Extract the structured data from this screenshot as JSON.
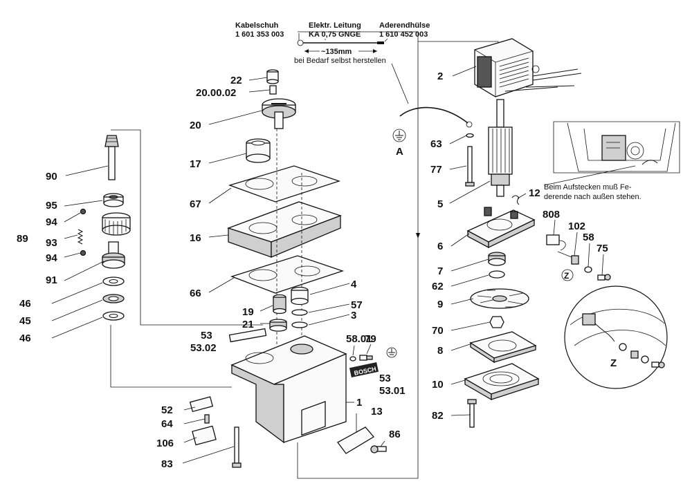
{
  "header_notes": {
    "kabelschuh_label": "Kabelschuh",
    "kabelschuh_number": "1 601 353 003",
    "leitung_label": "Elektr. Leitung",
    "leitung_spec": "KA 0,75 GNGE",
    "aderend_label": "Aderendhülse",
    "aderend_number": "1 610 452 003",
    "length": "~135mm",
    "self_make": "bei Bedarf selbst herstellen"
  },
  "ground_label": "A",
  "spring_note": {
    "line1": "Beim Aufstecken muß Fe-",
    "line2": "derende nach außen stehen."
  },
  "detail_marker": "Z",
  "brand_label": "BOSCH",
  "part_numbers": {
    "p22": "22",
    "p20_00_02": "20.00.02",
    "p20": "20",
    "p17": "17",
    "p67": "67",
    "p16": "16",
    "p66": "66",
    "p90": "90",
    "p95": "95",
    "p94a": "94",
    "p89": "89",
    "p93": "93",
    "p94b": "94",
    "p91": "91",
    "p46a": "46",
    "p45": "45",
    "p46b": "46",
    "p4": "4",
    "p19": "19",
    "p57": "57",
    "p21": "21",
    "p3": "3",
    "p53": "53",
    "p53_02": "53.02",
    "p58_01": "58.01",
    "p79": "79",
    "p53b": "53",
    "p53_01": "53.01",
    "p1": "1",
    "p52": "52",
    "p64": "64",
    "p13": "13",
    "p106": "106",
    "p86": "86",
    "p83": "83",
    "p2": "2",
    "p63": "63",
    "p77": "77",
    "p12": "12",
    "p5": "5",
    "p808": "808",
    "p102": "102",
    "p58": "58",
    "p75": "75",
    "p6": "6",
    "p7": "7",
    "p62": "62",
    "p9": "9",
    "p70": "70",
    "p8": "8",
    "p10": "10",
    "p82": "82"
  }
}
